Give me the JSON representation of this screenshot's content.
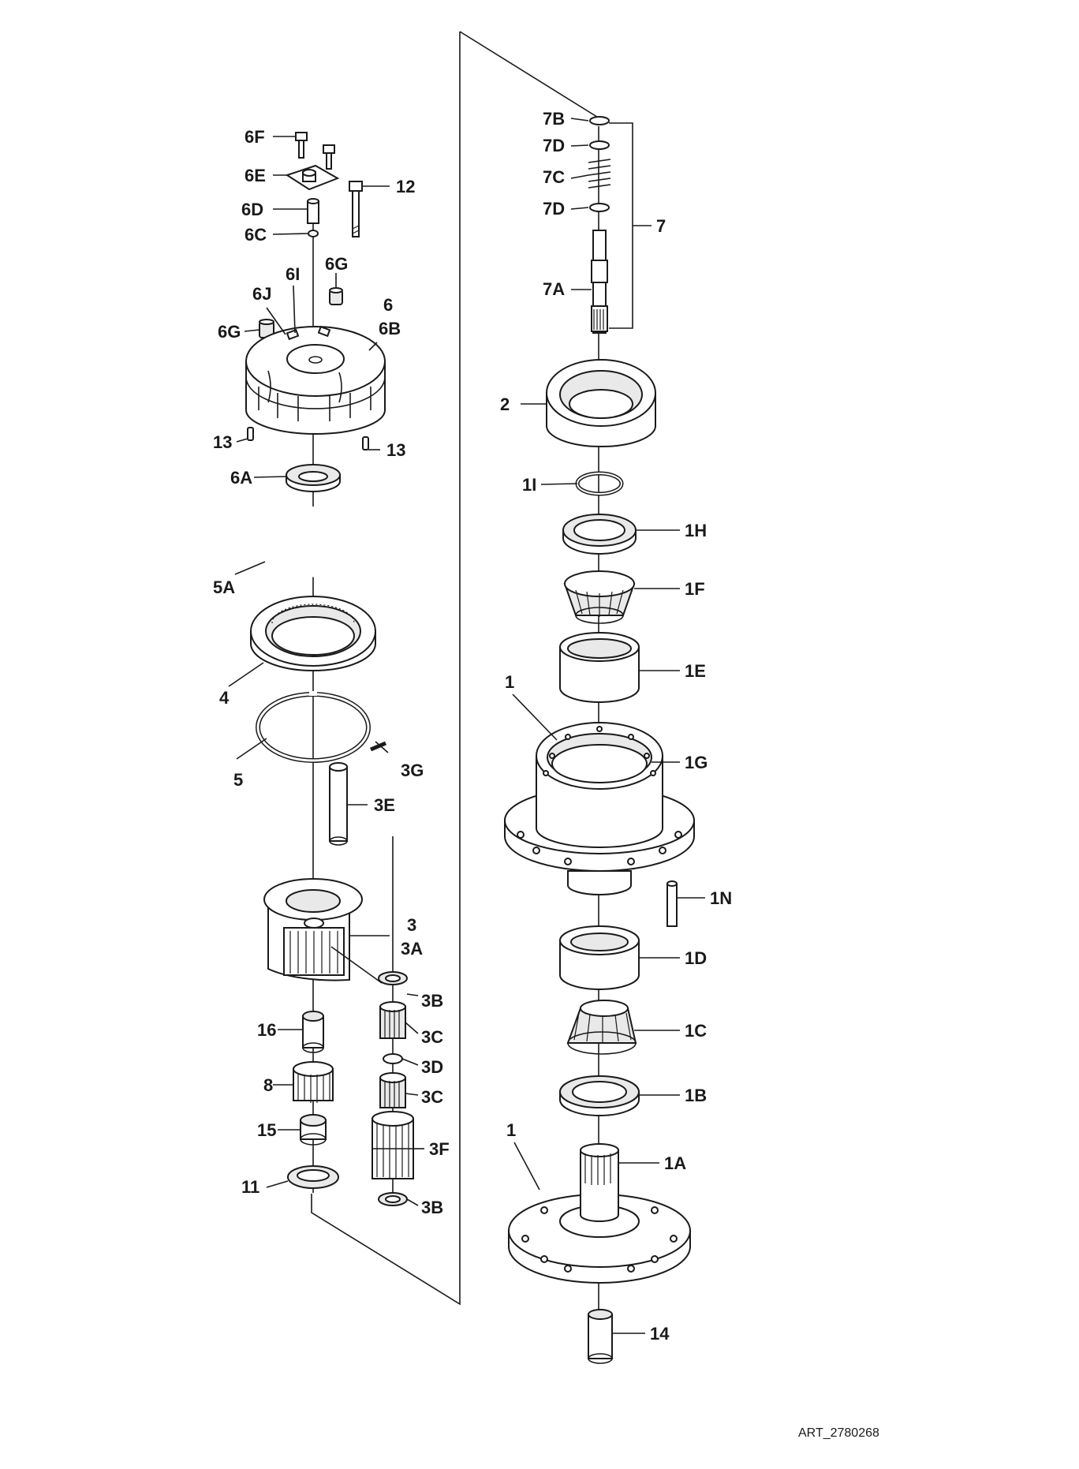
{
  "art_id": "ART_2780268",
  "callouts": {
    "c7B": "7B",
    "c7D_top": "7D",
    "c7C": "7C",
    "c7D_bottom": "7D",
    "c7": "7",
    "c7A": "7A",
    "c2": "2",
    "c1I": "1I",
    "c1H": "1H",
    "c1F": "1F",
    "c1E": "1E",
    "c1_upper": "1",
    "c1G": "1G",
    "c1N": "1N",
    "c1D": "1D",
    "c1C": "1C",
    "c1B": "1B",
    "c1_lower": "1",
    "c1A": "1A",
    "c14": "14",
    "c6F": "6F",
    "c6E": "6E",
    "c6D": "6D",
    "c6C": "6C",
    "c12": "12",
    "c6I": "6I",
    "c6G_right": "6G",
    "c6J": "6J",
    "c6": "6",
    "c6B": "6B",
    "c6G_left": "6G",
    "c13_left": "13",
    "c13_right": "13",
    "c6A": "6A",
    "c5A": "5A",
    "c4": "4",
    "c5": "5",
    "c3G": "3G",
    "c3E": "3E",
    "c3": "3",
    "c3A": "3A",
    "c3B_top": "3B",
    "c3C_top": "3C",
    "c3D": "3D",
    "c3C_bottom": "3C",
    "c3F": "3F",
    "c3B_bottom": "3B",
    "c16": "16",
    "c8": "8",
    "c15": "15",
    "c11": "11"
  }
}
